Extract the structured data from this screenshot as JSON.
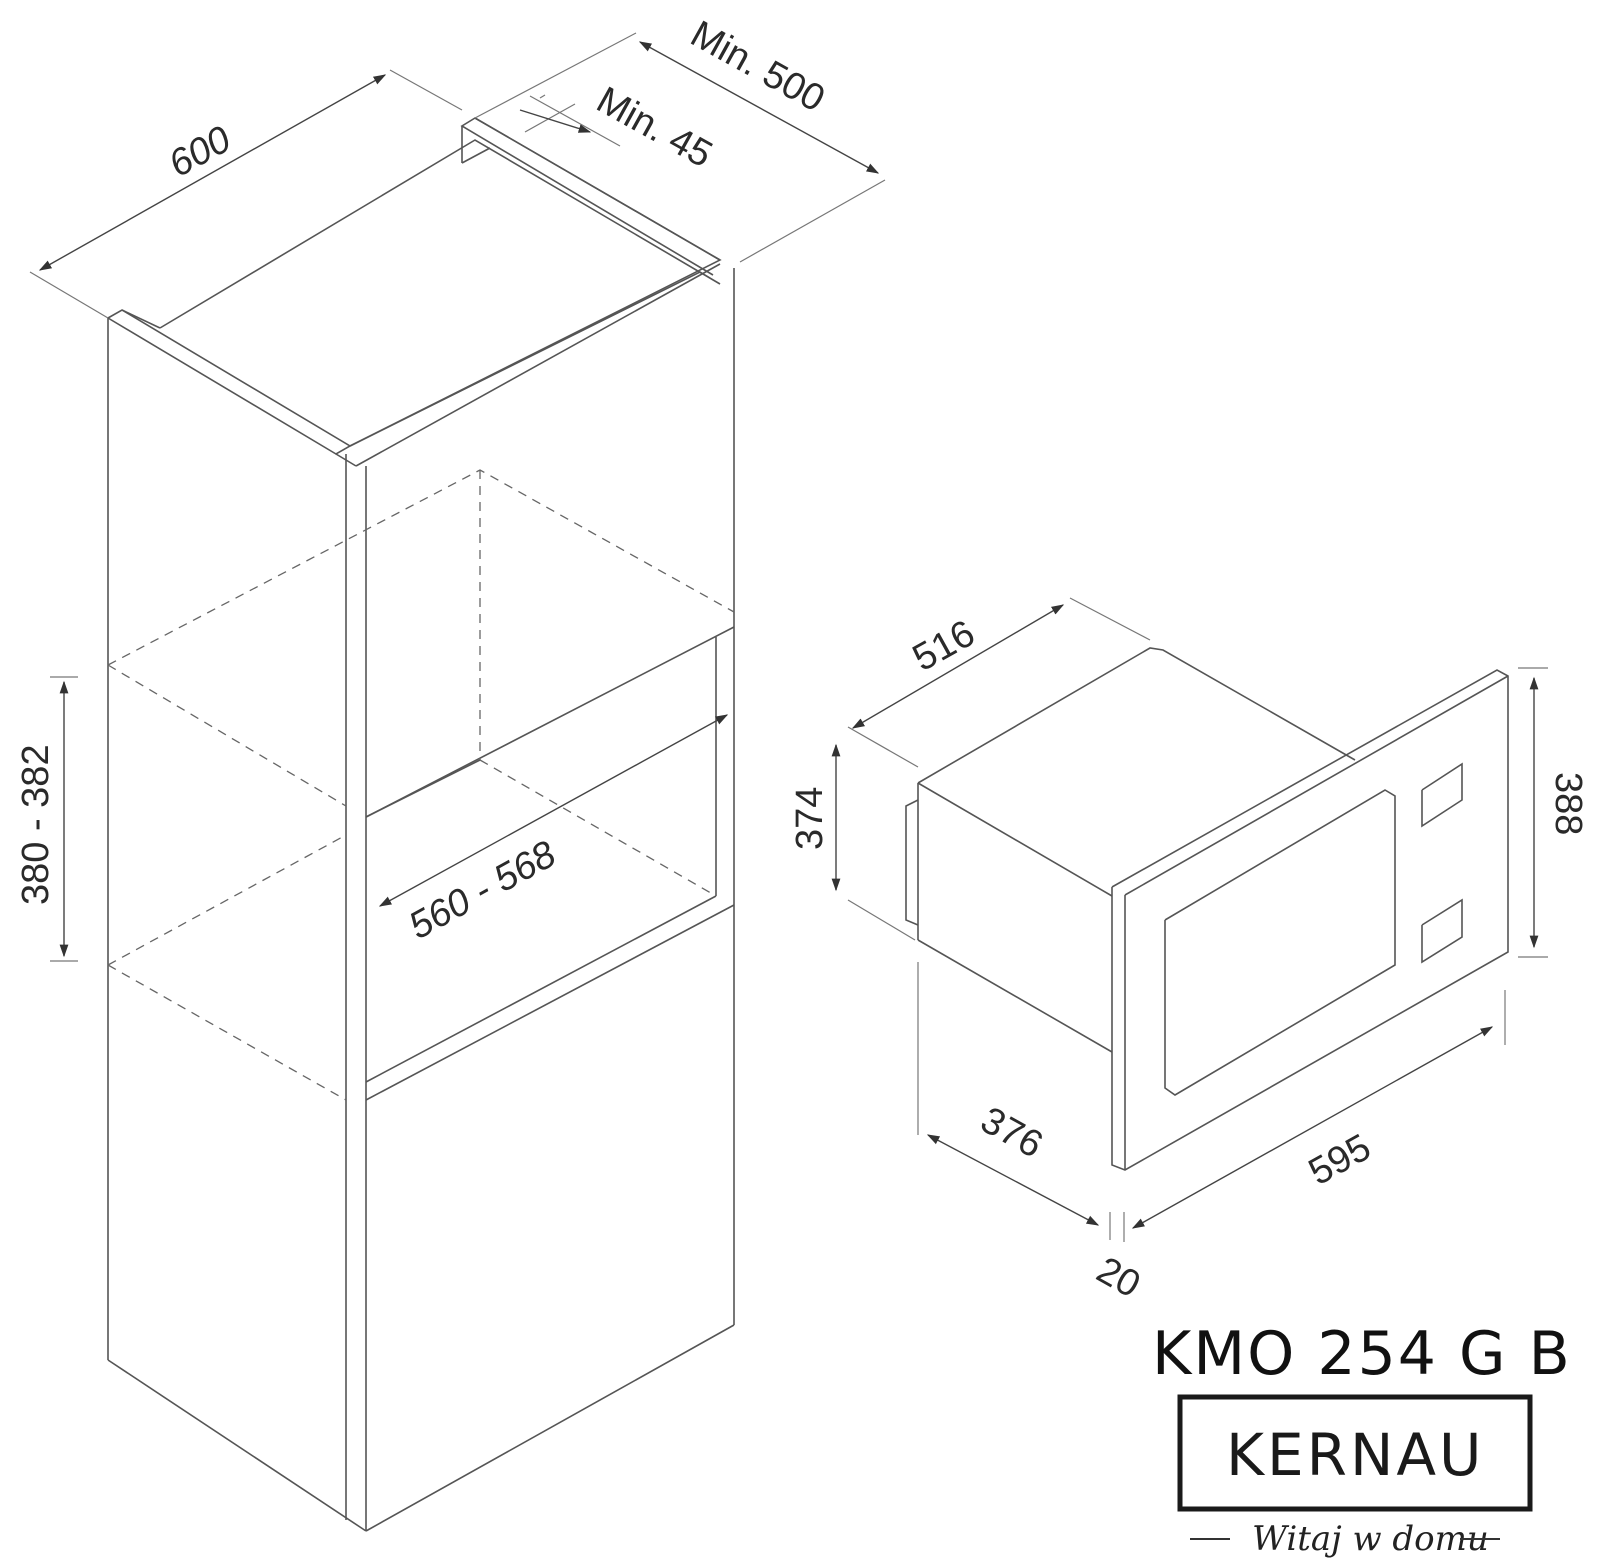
{
  "product": {
    "model": "KMO 254 G B",
    "brand": "KERNAU",
    "slogan": "Witaj w domu"
  },
  "cabinet": {
    "dimensions": {
      "width": "600",
      "min_depth": "Min. 500",
      "min_gap": "Min. 45",
      "niche_height": "380 - 382",
      "niche_width": "560 - 568"
    }
  },
  "appliance": {
    "dimensions": {
      "depth": "516",
      "body_height": "374",
      "frame_height": "388",
      "body_width_side": "376",
      "frame_width": "595",
      "frame_thickness": "20"
    }
  },
  "colors": {
    "line": "#555555",
    "text": "#2a2a2a",
    "background": "#ffffff"
  }
}
